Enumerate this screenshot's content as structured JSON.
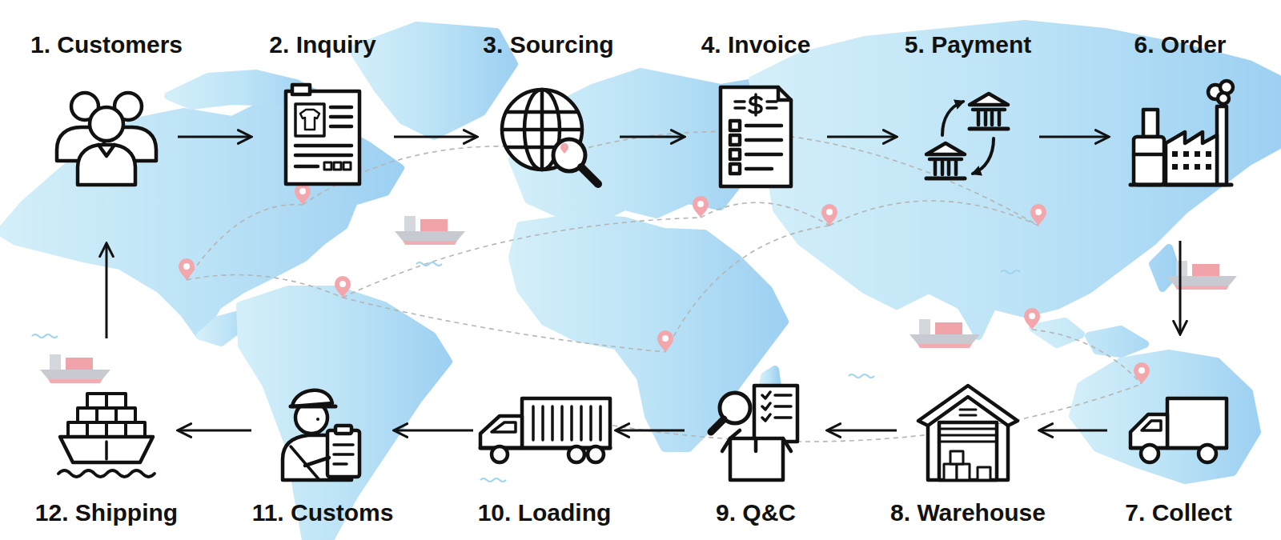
{
  "diagram": {
    "nodes": [
      {
        "text": [
          "1. Customers"
        ]
      },
      {
        "text": [
          "2. Inquiry"
        ]
      },
      {
        "text": [
          "3. Sourcing"
        ]
      },
      {
        "text": [
          "4. Invoice"
        ]
      },
      {
        "text": [
          "5. Payment"
        ]
      },
      {
        "text": [
          "6. Order"
        ]
      },
      {
        "text": [
          "7. Collect"
        ]
      },
      {
        "text": [
          "8. Warehouse"
        ]
      },
      {
        "text": [
          "9. Q&C"
        ]
      },
      {
        "text": [
          "10. Loading"
        ]
      },
      {
        "text": [
          "11. Customs"
        ]
      },
      {
        "text": [
          "12. Shipping"
        ]
      }
    ],
    "edges": [
      {
        "from": 0,
        "to": 1,
        "arrow": "to"
      },
      {
        "from": 1,
        "to": 2,
        "arrow": "to"
      },
      {
        "from": 2,
        "to": 3,
        "arrow": "to"
      },
      {
        "from": 3,
        "to": 4,
        "arrow": "to"
      },
      {
        "from": 4,
        "to": 5,
        "arrow": "to"
      },
      {
        "from": 5,
        "to": 6,
        "arrow": "to"
      },
      {
        "from": 6,
        "to": 7,
        "arrow": "to"
      },
      {
        "from": 7,
        "to": 8,
        "arrow": "to"
      },
      {
        "from": 8,
        "to": 9,
        "arrow": "to"
      },
      {
        "from": 9,
        "to": 10,
        "arrow": "to"
      },
      {
        "from": 10,
        "to": 11,
        "arrow": "to"
      },
      {
        "from": 11,
        "to": 0,
        "arrow": "to"
      }
    ]
  }
}
